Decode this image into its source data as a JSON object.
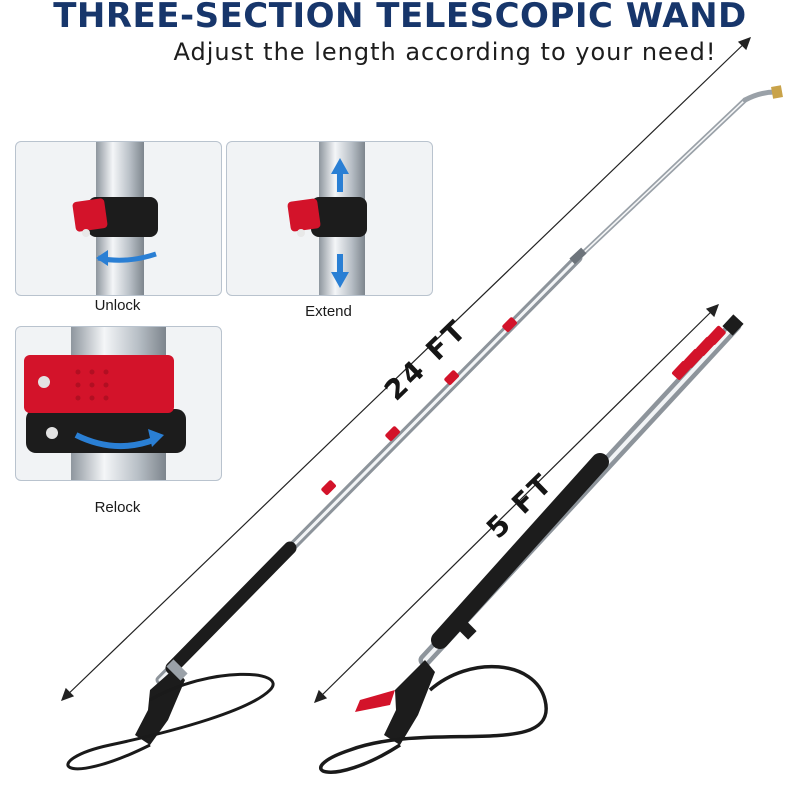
{
  "header": {
    "title": "THREE-SECTION TELESCOPIC WAND",
    "subtitle": "Adjust the length according to your need!"
  },
  "steps": [
    {
      "label": "Unlock"
    },
    {
      "label": "Extend"
    },
    {
      "label": "Relock"
    }
  ],
  "dimensions": {
    "extended": "24 FT",
    "collapsed": "5 FT"
  },
  "colors": {
    "title": "#17366b",
    "clamp": "#d3132a",
    "arrow": "#2a7fd4",
    "grip": "#1c1c1c"
  }
}
